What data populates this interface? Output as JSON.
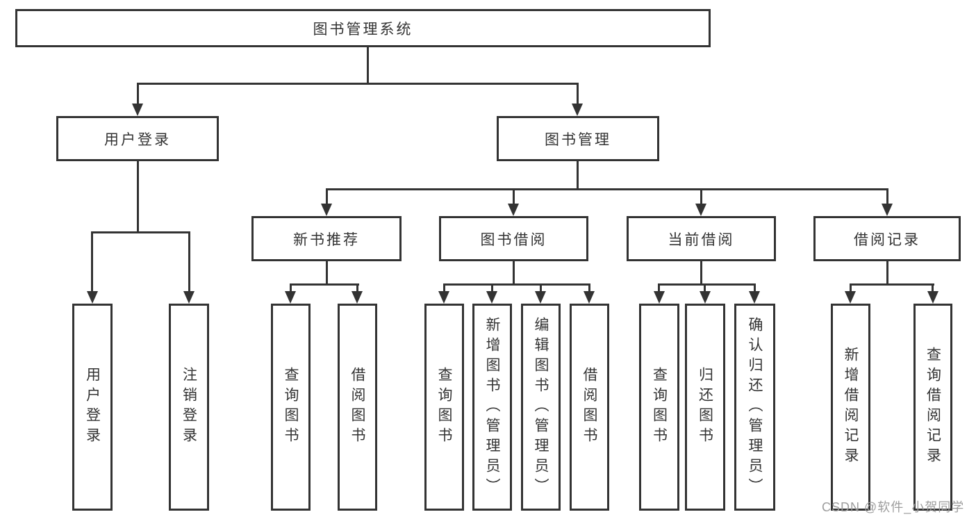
{
  "diagram_title": "图书管理系统",
  "tree": {
    "label": "图书管理系统",
    "children": [
      {
        "label": "用户登录",
        "children": [
          {
            "label": "用户登录"
          },
          {
            "label": "注销登录"
          }
        ]
      },
      {
        "label": "图书管理",
        "children": [
          {
            "label": "新书推荐",
            "children": [
              {
                "label": "查询图书"
              },
              {
                "label": "借阅图书"
              }
            ]
          },
          {
            "label": "图书借阅",
            "children": [
              {
                "label": "查询图书"
              },
              {
                "label": "新增图书（管理员）"
              },
              {
                "label": "编辑图书（管理员）"
              },
              {
                "label": "借阅图书"
              }
            ]
          },
          {
            "label": "当前借阅",
            "children": [
              {
                "label": "查询图书"
              },
              {
                "label": "归还图书"
              },
              {
                "label": "确认归还（管理员）"
              }
            ]
          },
          {
            "label": "借阅记录",
            "children": [
              {
                "label": "新增借阅记录"
              },
              {
                "label": "查询借阅记录"
              }
            ]
          }
        ]
      }
    ]
  },
  "watermark": {
    "text": "CSDN @软件_小贺同学",
    "color": "#9d9d9d"
  },
  "colors": {
    "line": "#333333",
    "text": "#333333",
    "background": "#ffffff"
  }
}
